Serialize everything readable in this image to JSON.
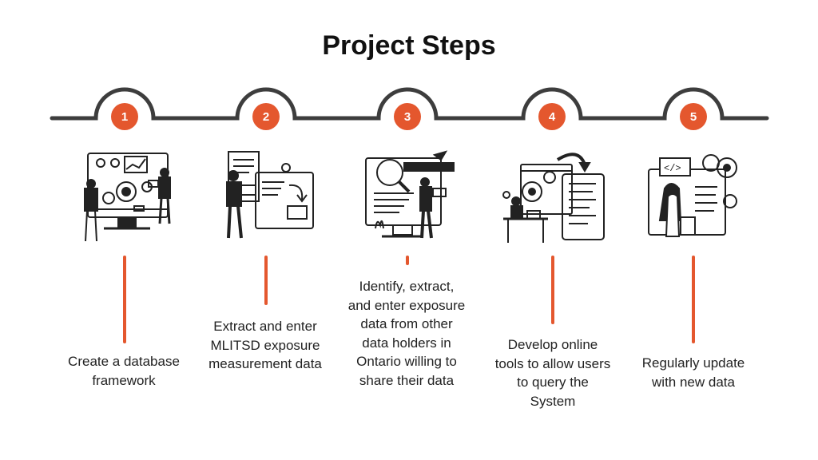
{
  "title": "Project Steps",
  "colors": {
    "accent": "#e4572e",
    "line": "#3d3d3d",
    "text": "#222222"
  },
  "steps": [
    {
      "number": "1",
      "text": "Create a database framework",
      "icon": "data-dashboard-illustration"
    },
    {
      "number": "2",
      "text": "Extract and enter MLITSD exposure measurement data",
      "icon": "data-extraction-illustration"
    },
    {
      "number": "3",
      "text": "Identify, extract, and enter exposure data from other data holders in Ontario willing to share their data",
      "icon": "data-search-illustration"
    },
    {
      "number": "4",
      "text": "Develop online tools to allow users to query the System",
      "icon": "online-tools-illustration"
    },
    {
      "number": "5",
      "text": "Regularly update with new data",
      "icon": "code-update-illustration"
    }
  ]
}
